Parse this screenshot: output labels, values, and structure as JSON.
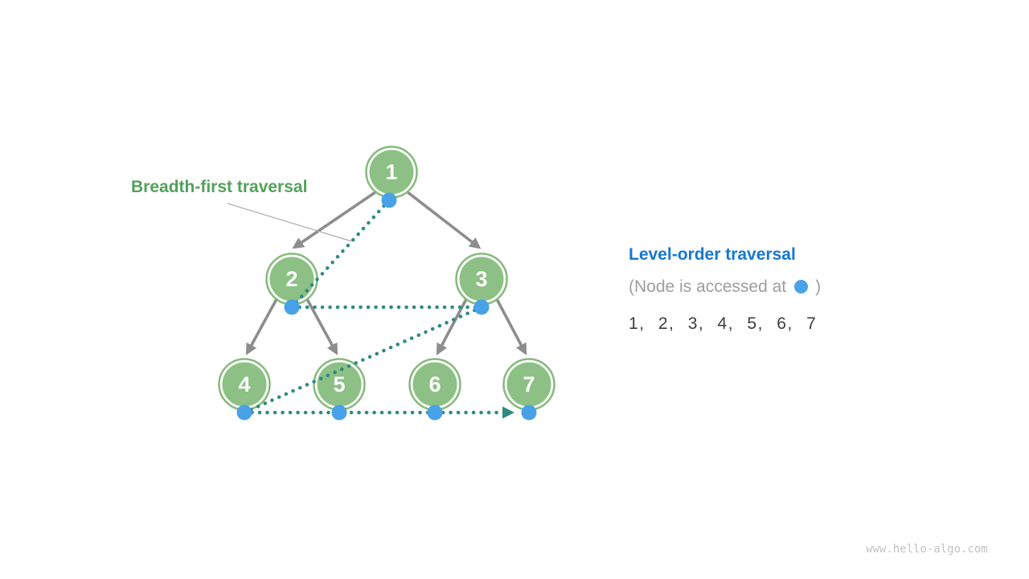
{
  "labels": {
    "breadth_first": "Breadth-first traversal"
  },
  "legend": {
    "title": "Level-order traversal",
    "note_prefix": "(Node is accessed at",
    "note_suffix": ")",
    "sequence": "1, 2, 3, 4, 5, 6, 7"
  },
  "tree": {
    "type": "binary-tree",
    "nodes": [
      {
        "label": "1"
      },
      {
        "label": "2"
      },
      {
        "label": "3"
      },
      {
        "label": "4"
      },
      {
        "label": "5"
      },
      {
        "label": "6"
      },
      {
        "label": "7"
      }
    ],
    "edges": [
      "1-2",
      "1-3",
      "2-4",
      "2-5",
      "3-6",
      "3-7"
    ],
    "traversal_order": [
      "1",
      "2",
      "3",
      "4",
      "5",
      "6",
      "7"
    ]
  },
  "icons": {
    "access_dot": "blue-filled-circle",
    "traversal_path": "teal-dotted-arrow"
  },
  "colors": {
    "node_fill": "#8CC084",
    "node_stroke": "#85BA7B",
    "green_label_text": "#52A15A",
    "blue_title_text": "#1677D2",
    "access_dot_blue": "#49A2E8",
    "traversal_teal": "#2E8B80",
    "edge_gray": "#8D8D8D",
    "note_gray": "#9E9E9E",
    "sequence_text": "#3C3C3C",
    "watermark_gray": "#C2C2C2"
  },
  "watermark": "www.hello-algo.com"
}
